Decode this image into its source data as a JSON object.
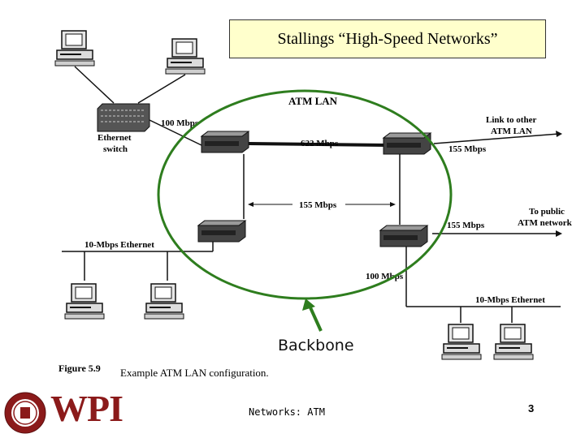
{
  "slide_title": "Stallings “High-Speed Networks”",
  "diagram": {
    "atm_lan_label": "ATM LAN",
    "link_other_label": [
      "Link to other",
      "ATM LAN"
    ],
    "public_network_label": [
      "To public",
      "ATM network"
    ],
    "ethernet_switch_label": [
      "Ethernet",
      "switch"
    ],
    "speed_100_top": "100 Mbps",
    "speed_622": "622 Mbps",
    "speed_155_right_top": "155 Mbps",
    "speed_155_mid": "155 Mbps",
    "speed_155_right_bottom": "155 Mbps",
    "speed_100_bottom": "100 Mbps",
    "ethernet_left_label": "10-Mbps Ethernet",
    "ethernet_right_label": "10-Mbps Ethernet",
    "backbone_label": "Backbone",
    "figure_number": "Figure 5.9",
    "figure_caption": "Example ATM LAN configuration.",
    "colors": {
      "ellipse": "#2e7d1e",
      "line": "#111111"
    }
  },
  "footer": {
    "topic": "Networks: ATM",
    "page_number": "3",
    "logo_text": "WPI",
    "logo_color": "#8b1a1a"
  }
}
